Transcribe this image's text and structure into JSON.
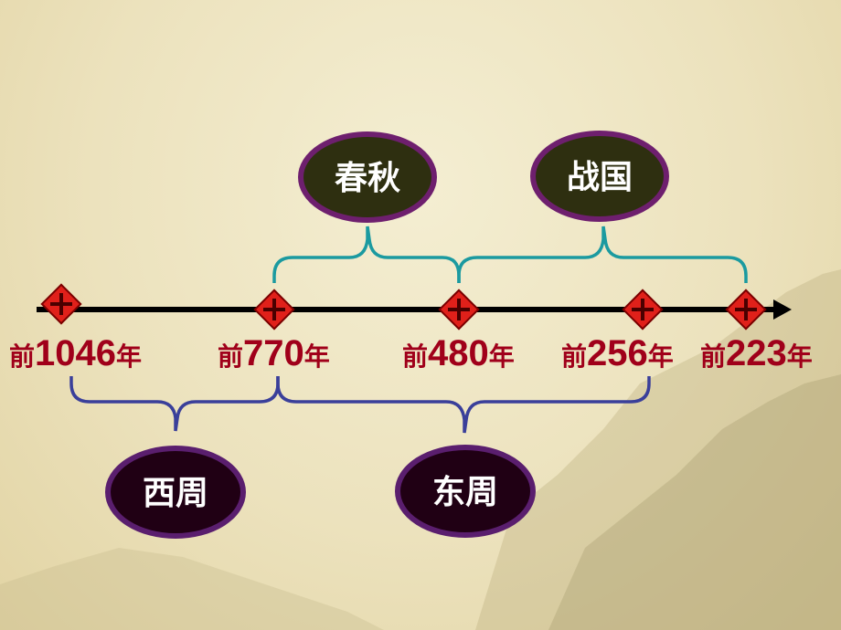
{
  "timeline": {
    "markers": [
      {
        "prefix": "前",
        "year": "1046",
        "suffix": "年"
      },
      {
        "prefix": "前",
        "year": "770",
        "suffix": "年"
      },
      {
        "prefix": "前",
        "year": "480",
        "suffix": "年"
      },
      {
        "prefix": "前",
        "year": "256",
        "suffix": "年"
      },
      {
        "prefix": "前",
        "year": "223",
        "suffix": "年"
      }
    ]
  },
  "eras": {
    "chunqiu": "春秋",
    "zhanguo": "战国",
    "xizhou": "西周",
    "dongzhou": "东周"
  },
  "colors": {
    "upper_brace": "#1b9aa0",
    "lower_brace": "#3a3f9a",
    "era_upper_fill": "#2e2f10",
    "era_upper_border": "#6e1f6e",
    "era_lower_fill": "#200014",
    "era_lower_border": "#5a1e6e",
    "marker_red": "#e0201a",
    "year_text": "#a0001a"
  }
}
